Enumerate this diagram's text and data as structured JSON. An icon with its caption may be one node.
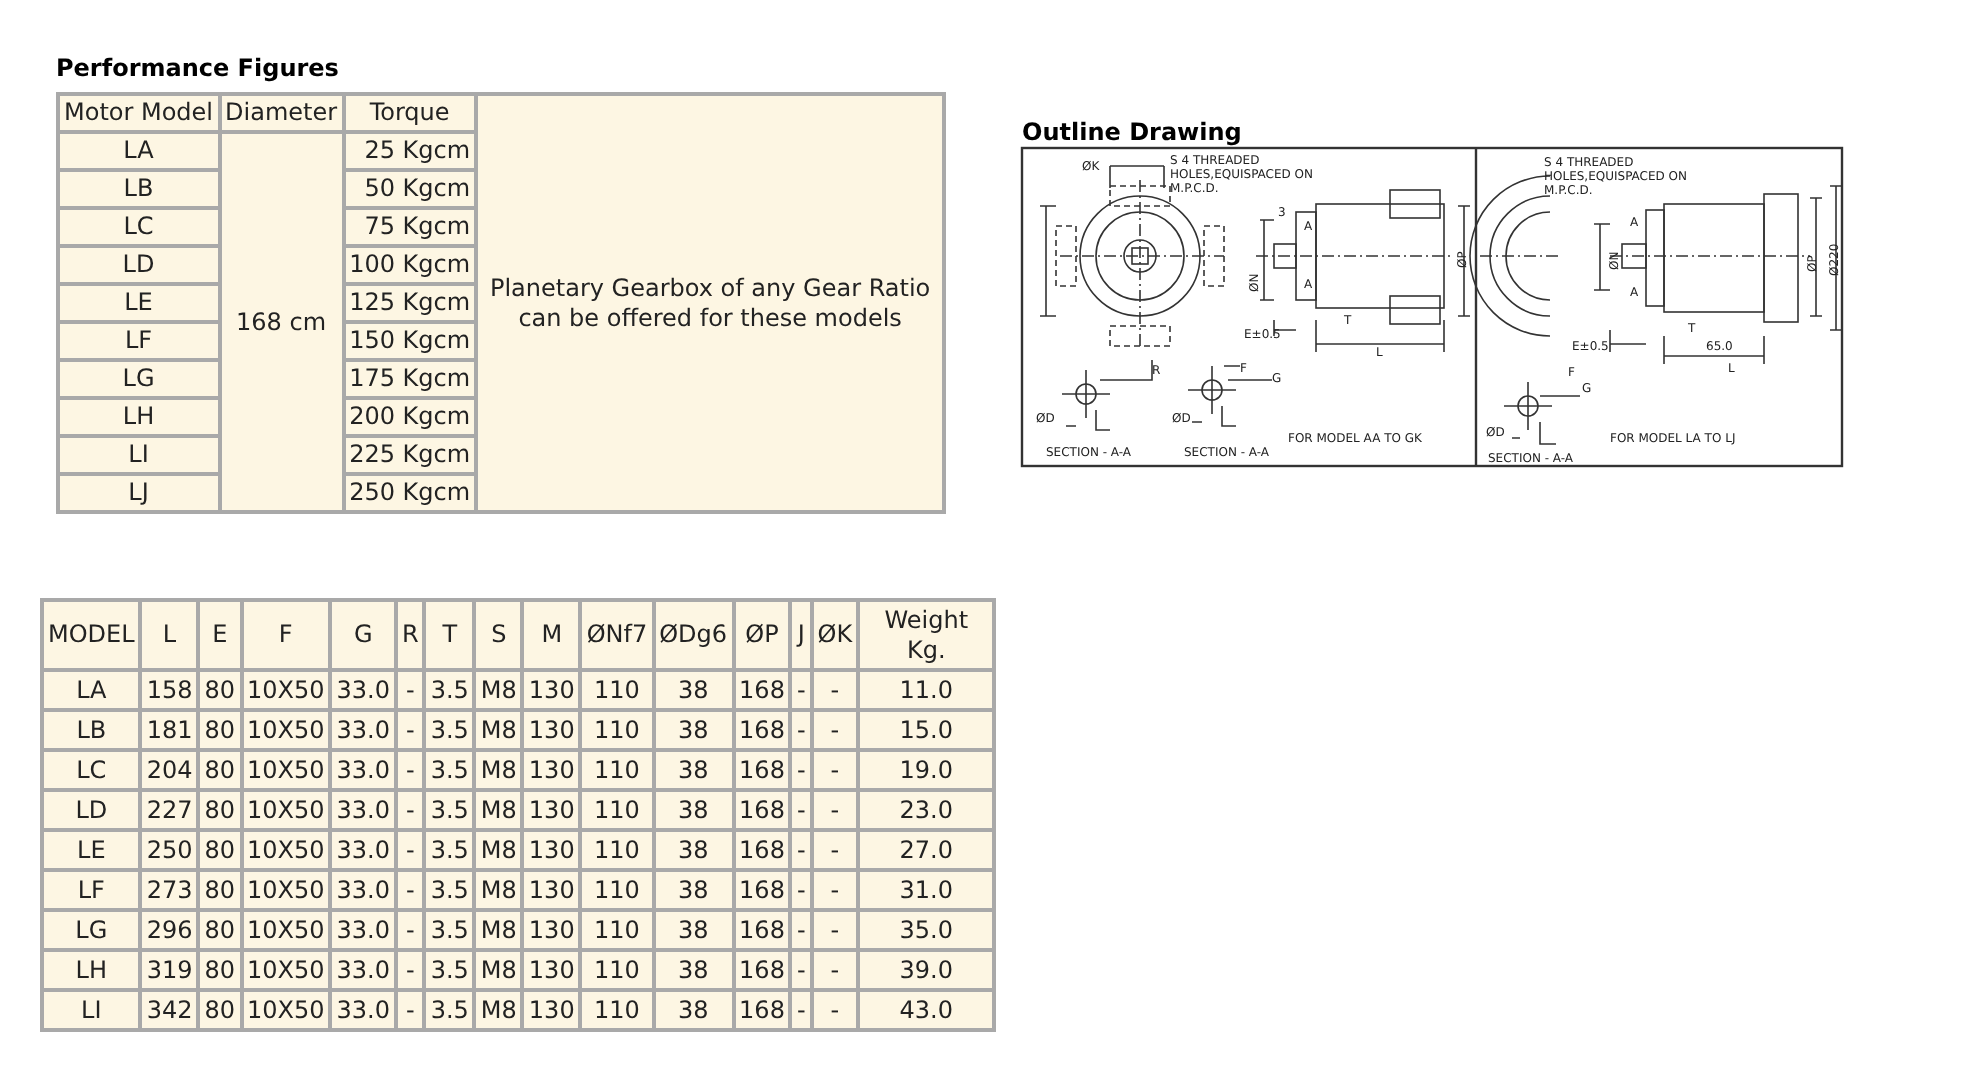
{
  "diagram": {
    "labels": [
      "Performance Figures",
      "Motor Model",
      "Diameter",
      "Torque",
      "Planetary Gearbox of any Gear Ratio can be offered for these models",
      "LA",
      "168 cm",
      "25 Kgcm",
      "LB",
      "50 Kgcm",
      "LC",
      "75 Kgcm",
      "LD",
      "100 Kgcm",
      "LE",
      "125 Kgcm",
      "LF",
      "150 Kgcm",
      "LG",
      "175 Kgcm",
      "LH",
      "200 Kgcm",
      "LI",
      "225 Kgcm",
      "LJ",
      "250 Kgcm",
      "Outline Drawing",
      "ØK",
      "S 4 THREADED HOLES,EQUISPACED ON M.P.C.D.",
      "3",
      "A",
      "ØN",
      "A",
      "ØP",
      "T",
      "E±0.5",
      "L",
      "R",
      "F",
      "G",
      "ØD",
      "ØD",
      "SECTION - A-A",
      "SECTION - A-A",
      "FOR MODEL AA TO GK",
      "S 4 THREADED HOLES,EQUISPACED ON M.P.C.D.",
      "ØN",
      "A",
      "A",
      "ØP",
      "Ø220",
      "T",
      "E±0.5",
      "65.0",
      "L",
      "F",
      "G",
      "ØD",
      "SECTION - A-A",
      "FOR MODEL LA TO LJ",
      "MODEL",
      "L",
      "E",
      "F",
      "G",
      "R",
      "T",
      "S",
      "M",
      "ØNf7",
      "ØDg6",
      "ØP",
      "J",
      "ØK",
      "Weight Kg.",
      "LA",
      "158",
      "80",
      "10X50",
      "33.0",
      "-",
      "3.5",
      "M8",
      "130",
      "110",
      "38",
      "168",
      "-",
      "-",
      "11.0",
      "LB",
      "181",
      "80",
      "10X50",
      "33.0",
      "-",
      "3.5",
      "M8",
      "130",
      "110",
      "38",
      "168",
      "-",
      "-",
      "15.0",
      "LC",
      "204",
      "80",
      "10X50",
      "33.0",
      "-",
      "3.5",
      "M8",
      "130",
      "110",
      "38",
      "168",
      "-",
      "-",
      "19.0",
      "LD",
      "227",
      "80",
      "10X50",
      "33.0",
      "-",
      "3.5",
      "M8",
      "130",
      "110",
      "38",
      "168",
      "-",
      "-",
      "23.0",
      "LE",
      "250",
      "80",
      "10X50",
      "33.0",
      "-",
      "3.5",
      "M8",
      "130",
      "110",
      "38",
      "168",
      "-",
      "-",
      "27.0",
      "LF",
      "273",
      "80",
      "10X50",
      "33.0",
      "-",
      "3.5",
      "M8",
      "130",
      "110",
      "38",
      "168",
      "-",
      "-",
      "31.0",
      "LG",
      "296",
      "80",
      "10X50",
      "33.0",
      "-",
      "3.5",
      "M8",
      "130",
      "110",
      "38",
      "168",
      "-",
      "-",
      "35.0",
      "LH",
      "319",
      "80",
      "10X50",
      "33.0",
      "-",
      "3.5",
      "M8",
      "130",
      "110",
      "38",
      "168",
      "-",
      "-",
      "39.0",
      "LI",
      "342",
      "80",
      "10X50",
      "33.0",
      "-",
      "3.5",
      "M8",
      "130",
      "110",
      "38",
      "168",
      "-",
      "-",
      "43.0"
    ]
  }
}
